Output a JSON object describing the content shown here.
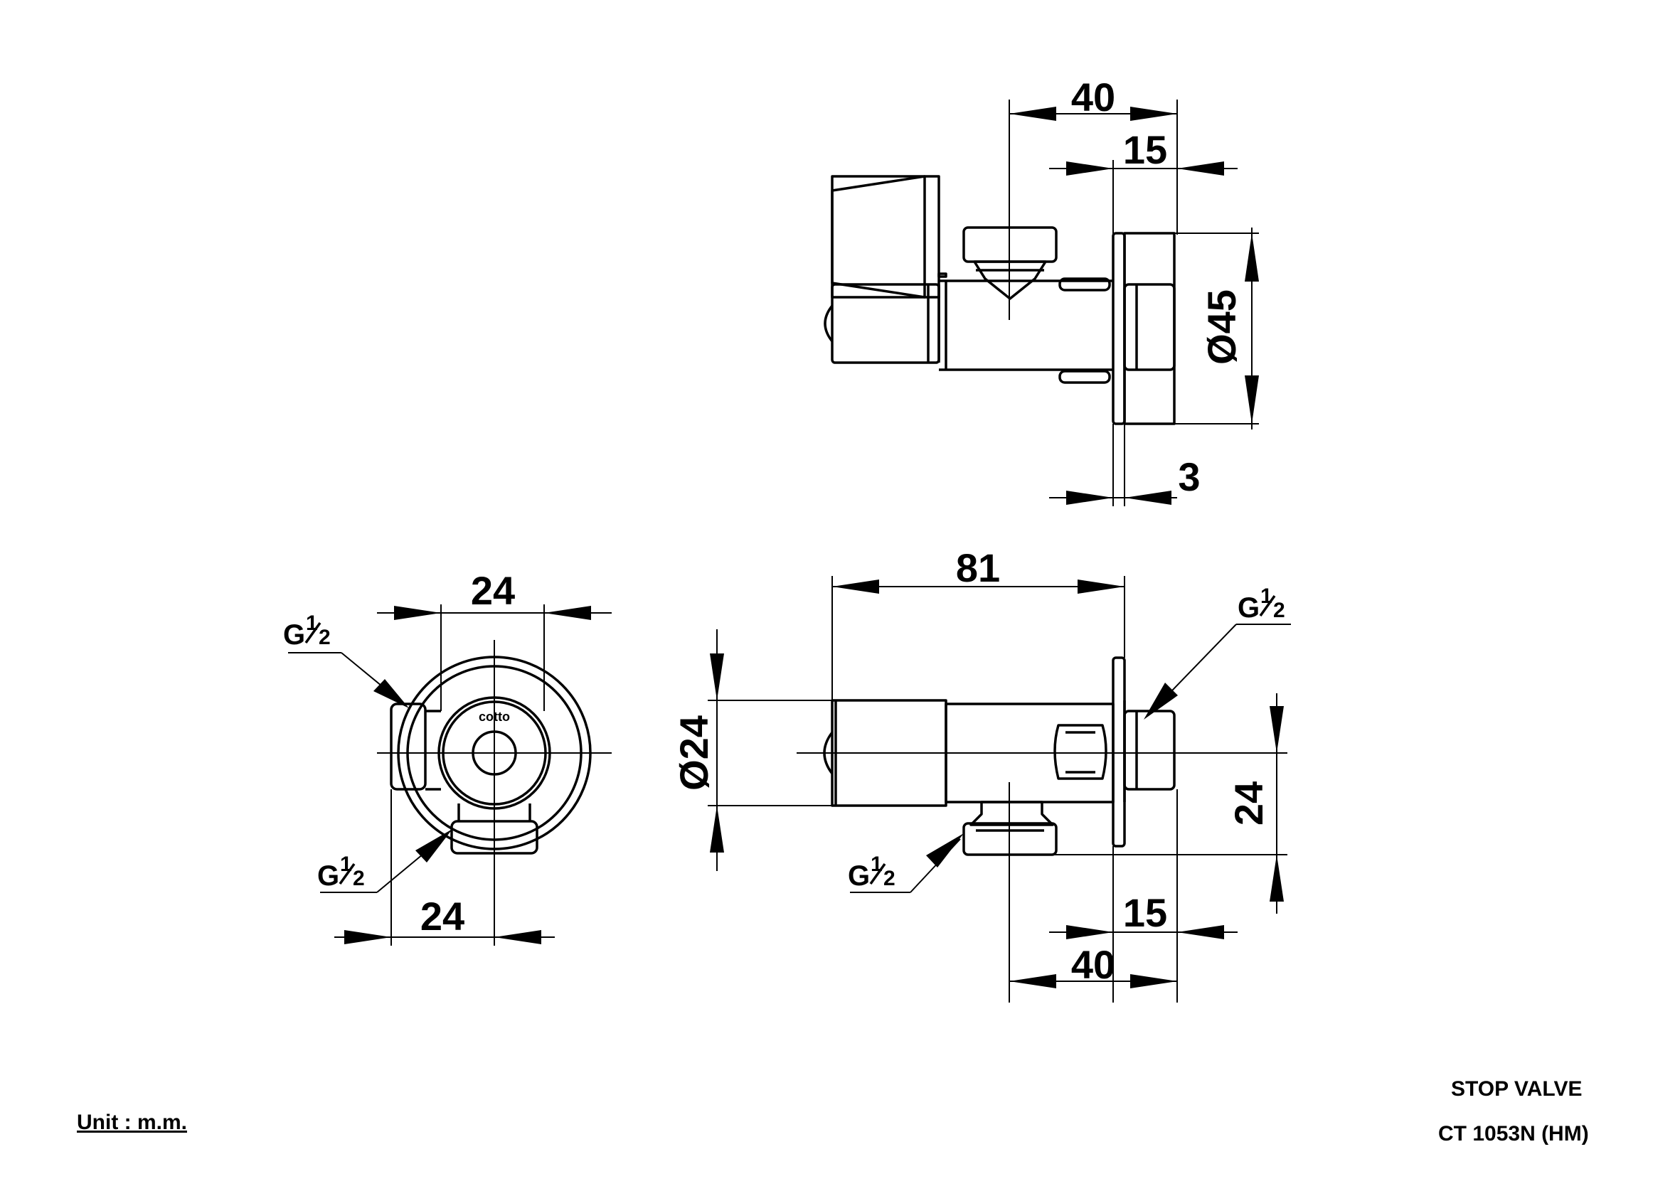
{
  "title_block": {
    "product_name": "STOP VALVE",
    "model": "CT 1053N (HM)",
    "unit": "Unit : m.m."
  },
  "dimensions": {
    "top_view_width": "40",
    "top_view_flange_offset": "15",
    "top_view_diameter": "Ø45",
    "top_view_flange_thickness": "3",
    "side_view_length": "81",
    "side_view_diameter": "Ø24",
    "side_view_height": "24",
    "side_view_flange_offset": "15",
    "side_view_width": "40",
    "end_view_top_width": "24",
    "end_view_bottom_width": "24"
  },
  "thread_labels": {
    "thread_top_left": {
      "base": "G",
      "num": "1",
      "den": "2"
    },
    "thread_bottom_left": {
      "base": "G",
      "num": "1",
      "den": "2"
    },
    "thread_side_bottom": {
      "base": "G",
      "num": "1",
      "den": "2"
    },
    "thread_side_right": {
      "base": "G",
      "num": "1",
      "den": "2"
    }
  },
  "logo_text": "cotto"
}
